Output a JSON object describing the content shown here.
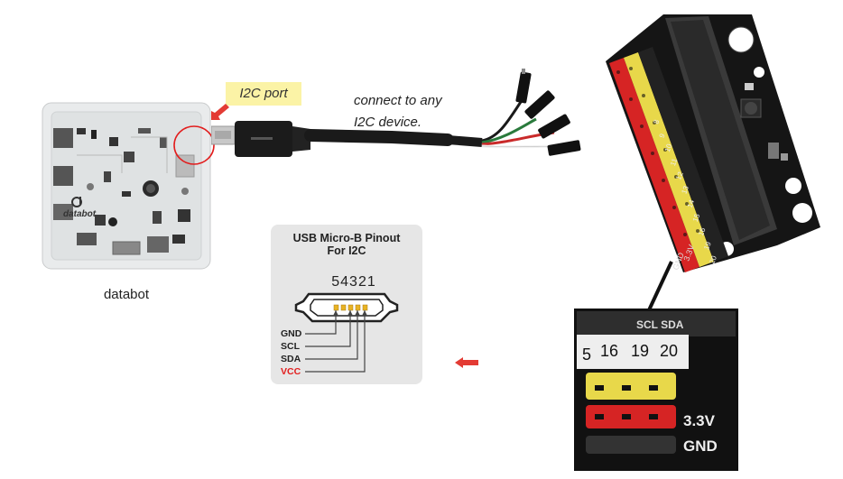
{
  "databot": {
    "name": "databot",
    "logo_text": "databot"
  },
  "port_label": "I2C port",
  "connect_text": {
    "line1": "connect to any",
    "line2": "I2C device."
  },
  "pinout": {
    "title_line1": "USB Micro-B Pinout",
    "title_line2": "For I2C",
    "pin_numbers": "54321",
    "pins": [
      "GND",
      "SCL",
      "SDA",
      "VCC"
    ]
  },
  "board": {
    "pin_numbers": [
      "8",
      "9",
      "10",
      "11",
      "12",
      "13",
      "14",
      "15",
      "16",
      "19",
      "20"
    ],
    "bottom_labels": [
      "3.3V",
      "GND"
    ]
  },
  "zoom": {
    "header": "SCL SDA",
    "numbers": [
      "16",
      "19",
      "20"
    ],
    "labels": [
      "3.3V",
      "GND"
    ]
  },
  "colors": {
    "badge": "#fbf3a6",
    "vcc": "#e21d1d",
    "arrow": "#e33b34",
    "header_yellow": "#e8d84a",
    "header_red": "#d62424"
  }
}
